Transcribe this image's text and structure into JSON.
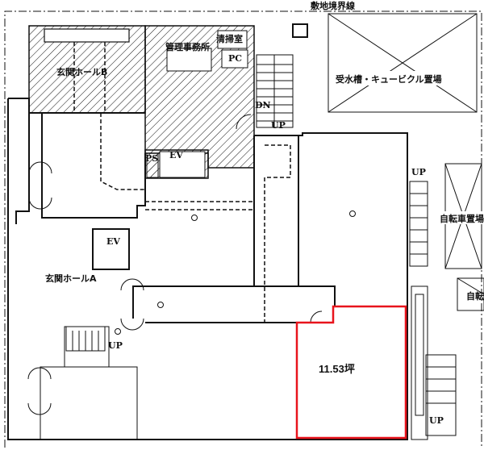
{
  "plan": {
    "site_boundary": "敷地境界線",
    "labels": {
      "entrance_hall_b": "玄関ホールB",
      "management_office": "管理事務所",
      "cleaning_room": "清掃室",
      "pc": "PC",
      "ps": "PS",
      "ev_upper": "EV",
      "ev_lower": "EV",
      "dn": "DN",
      "up_top": "UP",
      "up_right": "UP",
      "up_left": "UP",
      "up_bottom_right": "UP",
      "water_tank": "受水槽・キュービクル置場",
      "bicycle_parking": "自転車置場",
      "bicycle_parking_2": "自転",
      "entrance_hall_a": "玄関ホールA"
    },
    "highlighted_unit": {
      "area": "11.53坪",
      "color": "#e8141c"
    }
  }
}
